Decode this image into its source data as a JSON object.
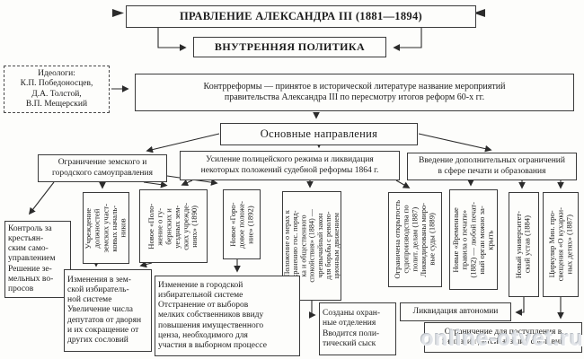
{
  "header": {
    "title": "ПРАВЛЕНИЕ АЛЕКСАНДРА III (1881—1894)",
    "subtitle": "ВНУТРЕННЯЯ ПОЛИТИКА"
  },
  "ideologists": "Идеологи:\nК.П. Победоносцев,\nД.А. Толстой,\nВ.П. Мещерский",
  "definition": "Контрреформы — принятое в исторической литературе название мероприятий\nправительства Александра III по пересмотру итогов реформ 60-х гг.",
  "main_directions": "Основные направления",
  "branches": [
    "Ограничение земского и\nгородского самоуправления",
    "Усиление полицейского режима и ликвидация\nнекоторых положений судебной реформы 1864 г.",
    "Введение дополнительных ограничений\nв сфере печати и образования"
  ],
  "columns": [
    "Учреждение\nдолжностей\nземских участ-\nковых началь-\nников",
    "Новое «Поло-\nжение о гу-\nбернских и\nуездных зем-\nских учрежде-\nниях» (1890)",
    "Новое «Горо-\nдовое положе-\nние» (1892)",
    "«Положение о мерах к\nохранению гос. поряд-\nка и общественного\nспокойствия» (1884) —\nчрезвычайный закон\nдля борьбы с револю-\nционным движением",
    "Ограничена открытость\nсудопроизводства по\nполит. делам (1887)\nЛиквидированы миро-\nвые суды (1889)",
    "Новые «Временные\nправила о печати»\n(1882) — любой печат-\nный орган можно за-\nкрыть",
    "Новый университет-\nский устав (1884)",
    "Циркуляр Мин. про-\nсвещения «О кухарки-\nных детях» (1887)"
  ],
  "results": [
    "Контроль за\nкрестьян-\nским само-\nуправлением\nРешение зе-\nмельных во-\nпросов",
    "Изменения в зем-\nской избиратель-\nной системе\nУвеличение числа\nдепутатов от дворян\nи их сокращение от\nдругих сословий",
    "Изменение в городской\nизбирательной системе\nОтстранение от выборов\nмелких собственников ввиду\nповышения имущественного\nценза, необходимого для\nучастия в выборном процессе",
    "Созданы охран-\nные отделения\nВводится поли-\nтический сыск",
    "Ликвидация автономии",
    "Ограничение для поступления в\nгимназии детей низших сословий"
  ],
  "watermark": "online-otvet.ru",
  "colors": {
    "line": "#2b2b2b",
    "border": "#3a3a3a",
    "background": "#fdfdfb"
  }
}
